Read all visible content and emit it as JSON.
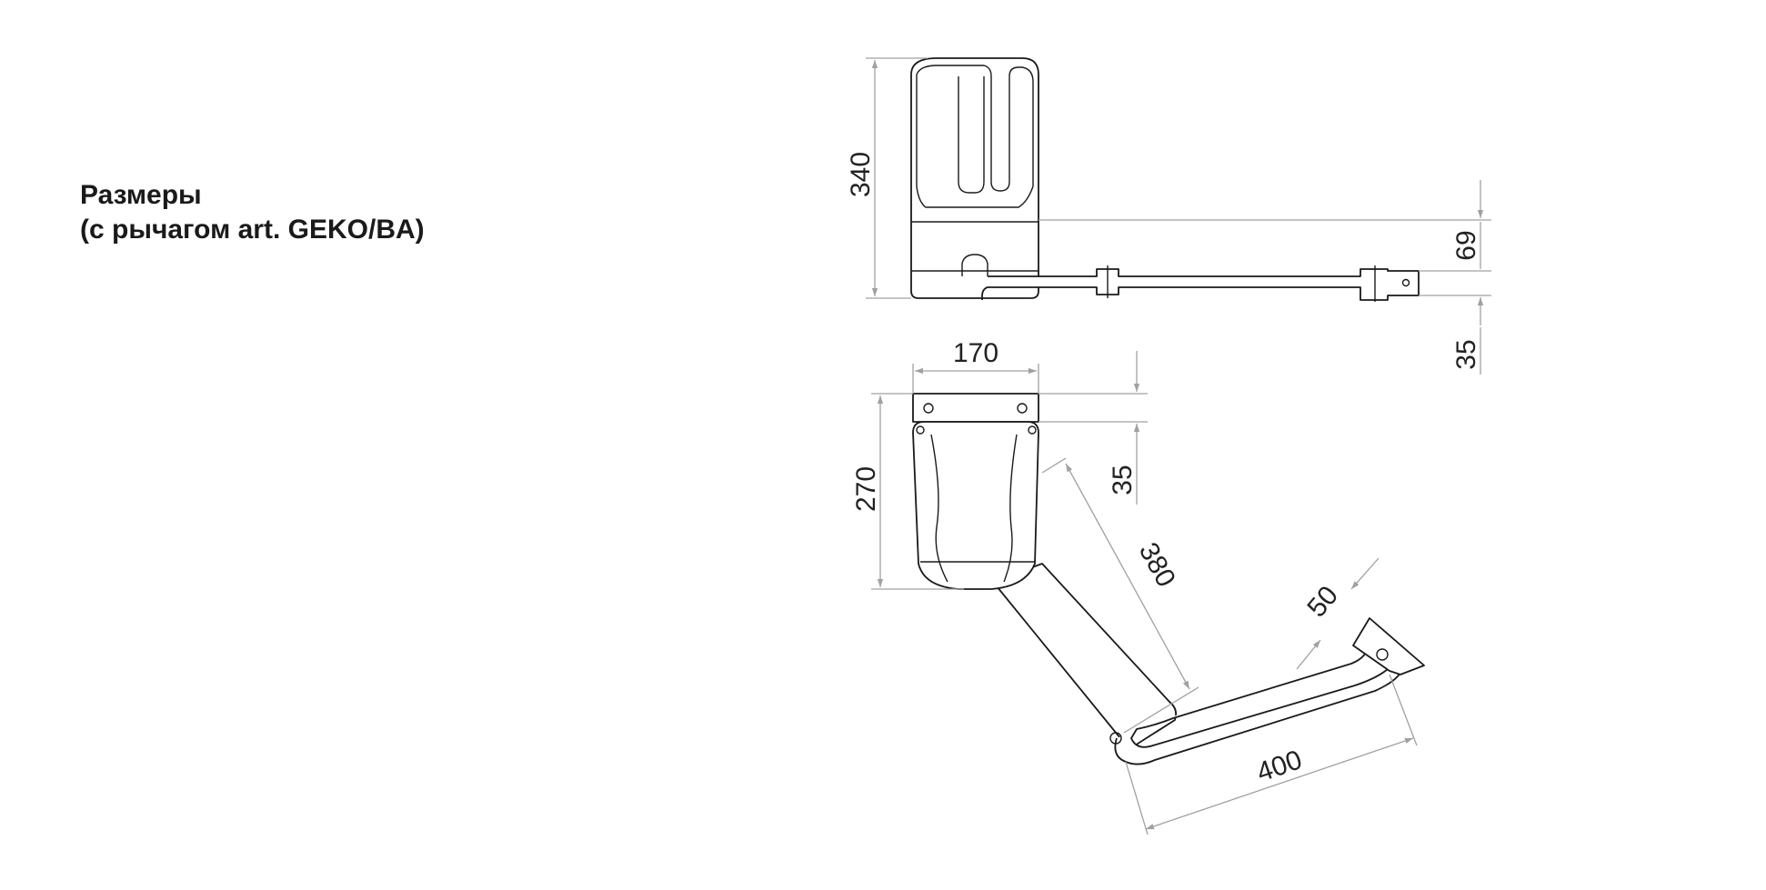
{
  "title": {
    "line1": "Размеры",
    "line2": "(с рычагом art. GEKO/BA)"
  },
  "dimensions": {
    "side_height": "340",
    "side_offset_top": "69",
    "side_offset_bottom": "35",
    "top_width": "170",
    "top_depth": "270",
    "top_bracket": "35",
    "arm_length": "380",
    "lever_width": "50",
    "lever_length": "400"
  },
  "colors": {
    "outline": "#1a1a1a",
    "dimension_line": "#a0a0a0"
  }
}
